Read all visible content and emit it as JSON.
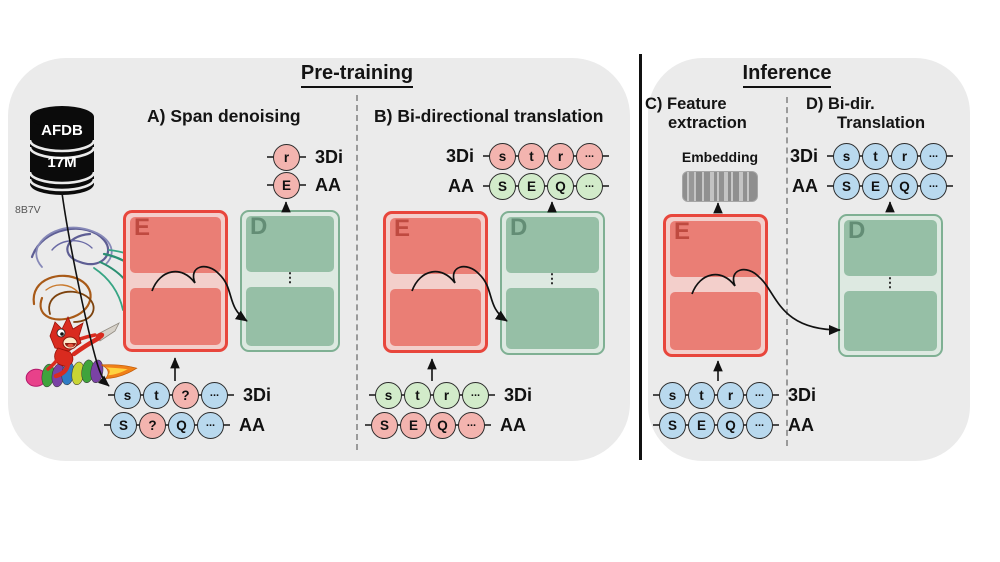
{
  "glyphs": {
    "vertical_ellipsis": "⋮"
  },
  "colors": {
    "panel_bg": "#ebebeb",
    "separator": "#111111",
    "dashed_divider": "#9a9a9a",
    "encoder_border": "#e8463c",
    "encoder_fill": "#f3cfcb",
    "encoder_inner": "#ea7e75",
    "decoder_border": "#7fb093",
    "decoder_fill": "#dde9e1",
    "decoder_inner": "#96bfa6",
    "token_blue": "#b9d9ee",
    "token_pink": "#f3b4af",
    "token_green": "#d2ebca"
  },
  "pretraining": {
    "title": "Pre-training",
    "database": {
      "name": "AFDB",
      "size": "17M"
    },
    "structure_id": "8B7V",
    "encoder_letter": "E",
    "decoder_letter": "D",
    "panel_a": {
      "heading": "A) Span denoising",
      "rows_out": [
        {
          "label": "3Di",
          "side": "right",
          "tokens": [
            {
              "t": "r",
              "c": "pink"
            }
          ]
        },
        {
          "label": "AA",
          "side": "right",
          "tokens": [
            {
              "t": "E",
              "c": "pink"
            }
          ]
        }
      ],
      "rows_in": [
        {
          "label": "3Di",
          "side": "right",
          "tokens": [
            {
              "t": "s",
              "c": "blue"
            },
            {
              "t": "t",
              "c": "blue"
            },
            {
              "t": "?",
              "c": "pink"
            },
            {
              "t": "...",
              "c": "blue"
            }
          ]
        },
        {
          "label": "AA",
          "side": "right",
          "tokens": [
            {
              "t": "S",
              "c": "blue"
            },
            {
              "t": "?",
              "c": "pink"
            },
            {
              "t": "Q",
              "c": "blue"
            },
            {
              "t": "...",
              "c": "blue"
            }
          ]
        }
      ]
    },
    "panel_b": {
      "heading": "B) Bi-directional translation",
      "rows_out": [
        {
          "label": "3Di",
          "side": "left",
          "tokens": [
            {
              "t": "s",
              "c": "pink"
            },
            {
              "t": "t",
              "c": "pink"
            },
            {
              "t": "r",
              "c": "pink"
            },
            {
              "t": "...",
              "c": "pink"
            }
          ]
        },
        {
          "label": "AA",
          "side": "left",
          "tokens": [
            {
              "t": "S",
              "c": "green"
            },
            {
              "t": "E",
              "c": "green"
            },
            {
              "t": "Q",
              "c": "green"
            },
            {
              "t": "...",
              "c": "green"
            }
          ]
        }
      ],
      "rows_in": [
        {
          "label": "3Di",
          "side": "right",
          "tokens": [
            {
              "t": "s",
              "c": "green"
            },
            {
              "t": "t",
              "c": "green"
            },
            {
              "t": "r",
              "c": "green"
            },
            {
              "t": "...",
              "c": "green"
            }
          ]
        },
        {
          "label": "AA",
          "side": "right",
          "tokens": [
            {
              "t": "S",
              "c": "pink"
            },
            {
              "t": "E",
              "c": "pink"
            },
            {
              "t": "Q",
              "c": "pink"
            },
            {
              "t": "...",
              "c": "pink"
            }
          ]
        }
      ]
    }
  },
  "inference": {
    "title": "Inference",
    "encoder_letter": "E",
    "decoder_letter": "D",
    "panel_c": {
      "heading_line1": "C) Feature",
      "heading_line2": "extraction",
      "embedding_label": "Embedding",
      "rows_in": [
        {
          "label": "3Di",
          "side": "right",
          "tokens": [
            {
              "t": "s",
              "c": "blue"
            },
            {
              "t": "t",
              "c": "blue"
            },
            {
              "t": "r",
              "c": "blue"
            },
            {
              "t": "...",
              "c": "blue"
            }
          ]
        },
        {
          "label": "AA",
          "side": "right",
          "tokens": [
            {
              "t": "S",
              "c": "blue"
            },
            {
              "t": "E",
              "c": "blue"
            },
            {
              "t": "Q",
              "c": "blue"
            },
            {
              "t": "...",
              "c": "blue"
            }
          ]
        }
      ]
    },
    "panel_d": {
      "heading_line1": "D) Bi-dir.",
      "heading_line2": "Translation",
      "rows_out": [
        {
          "label": "3Di",
          "side": "left",
          "tokens": [
            {
              "t": "s",
              "c": "blue"
            },
            {
              "t": "t",
              "c": "blue"
            },
            {
              "t": "r",
              "c": "blue"
            },
            {
              "t": "...",
              "c": "blue"
            }
          ]
        },
        {
          "label": "AA",
          "side": "left",
          "tokens": [
            {
              "t": "S",
              "c": "blue"
            },
            {
              "t": "E",
              "c": "blue"
            },
            {
              "t": "Q",
              "c": "blue"
            },
            {
              "t": "...",
              "c": "blue"
            }
          ]
        }
      ]
    }
  }
}
